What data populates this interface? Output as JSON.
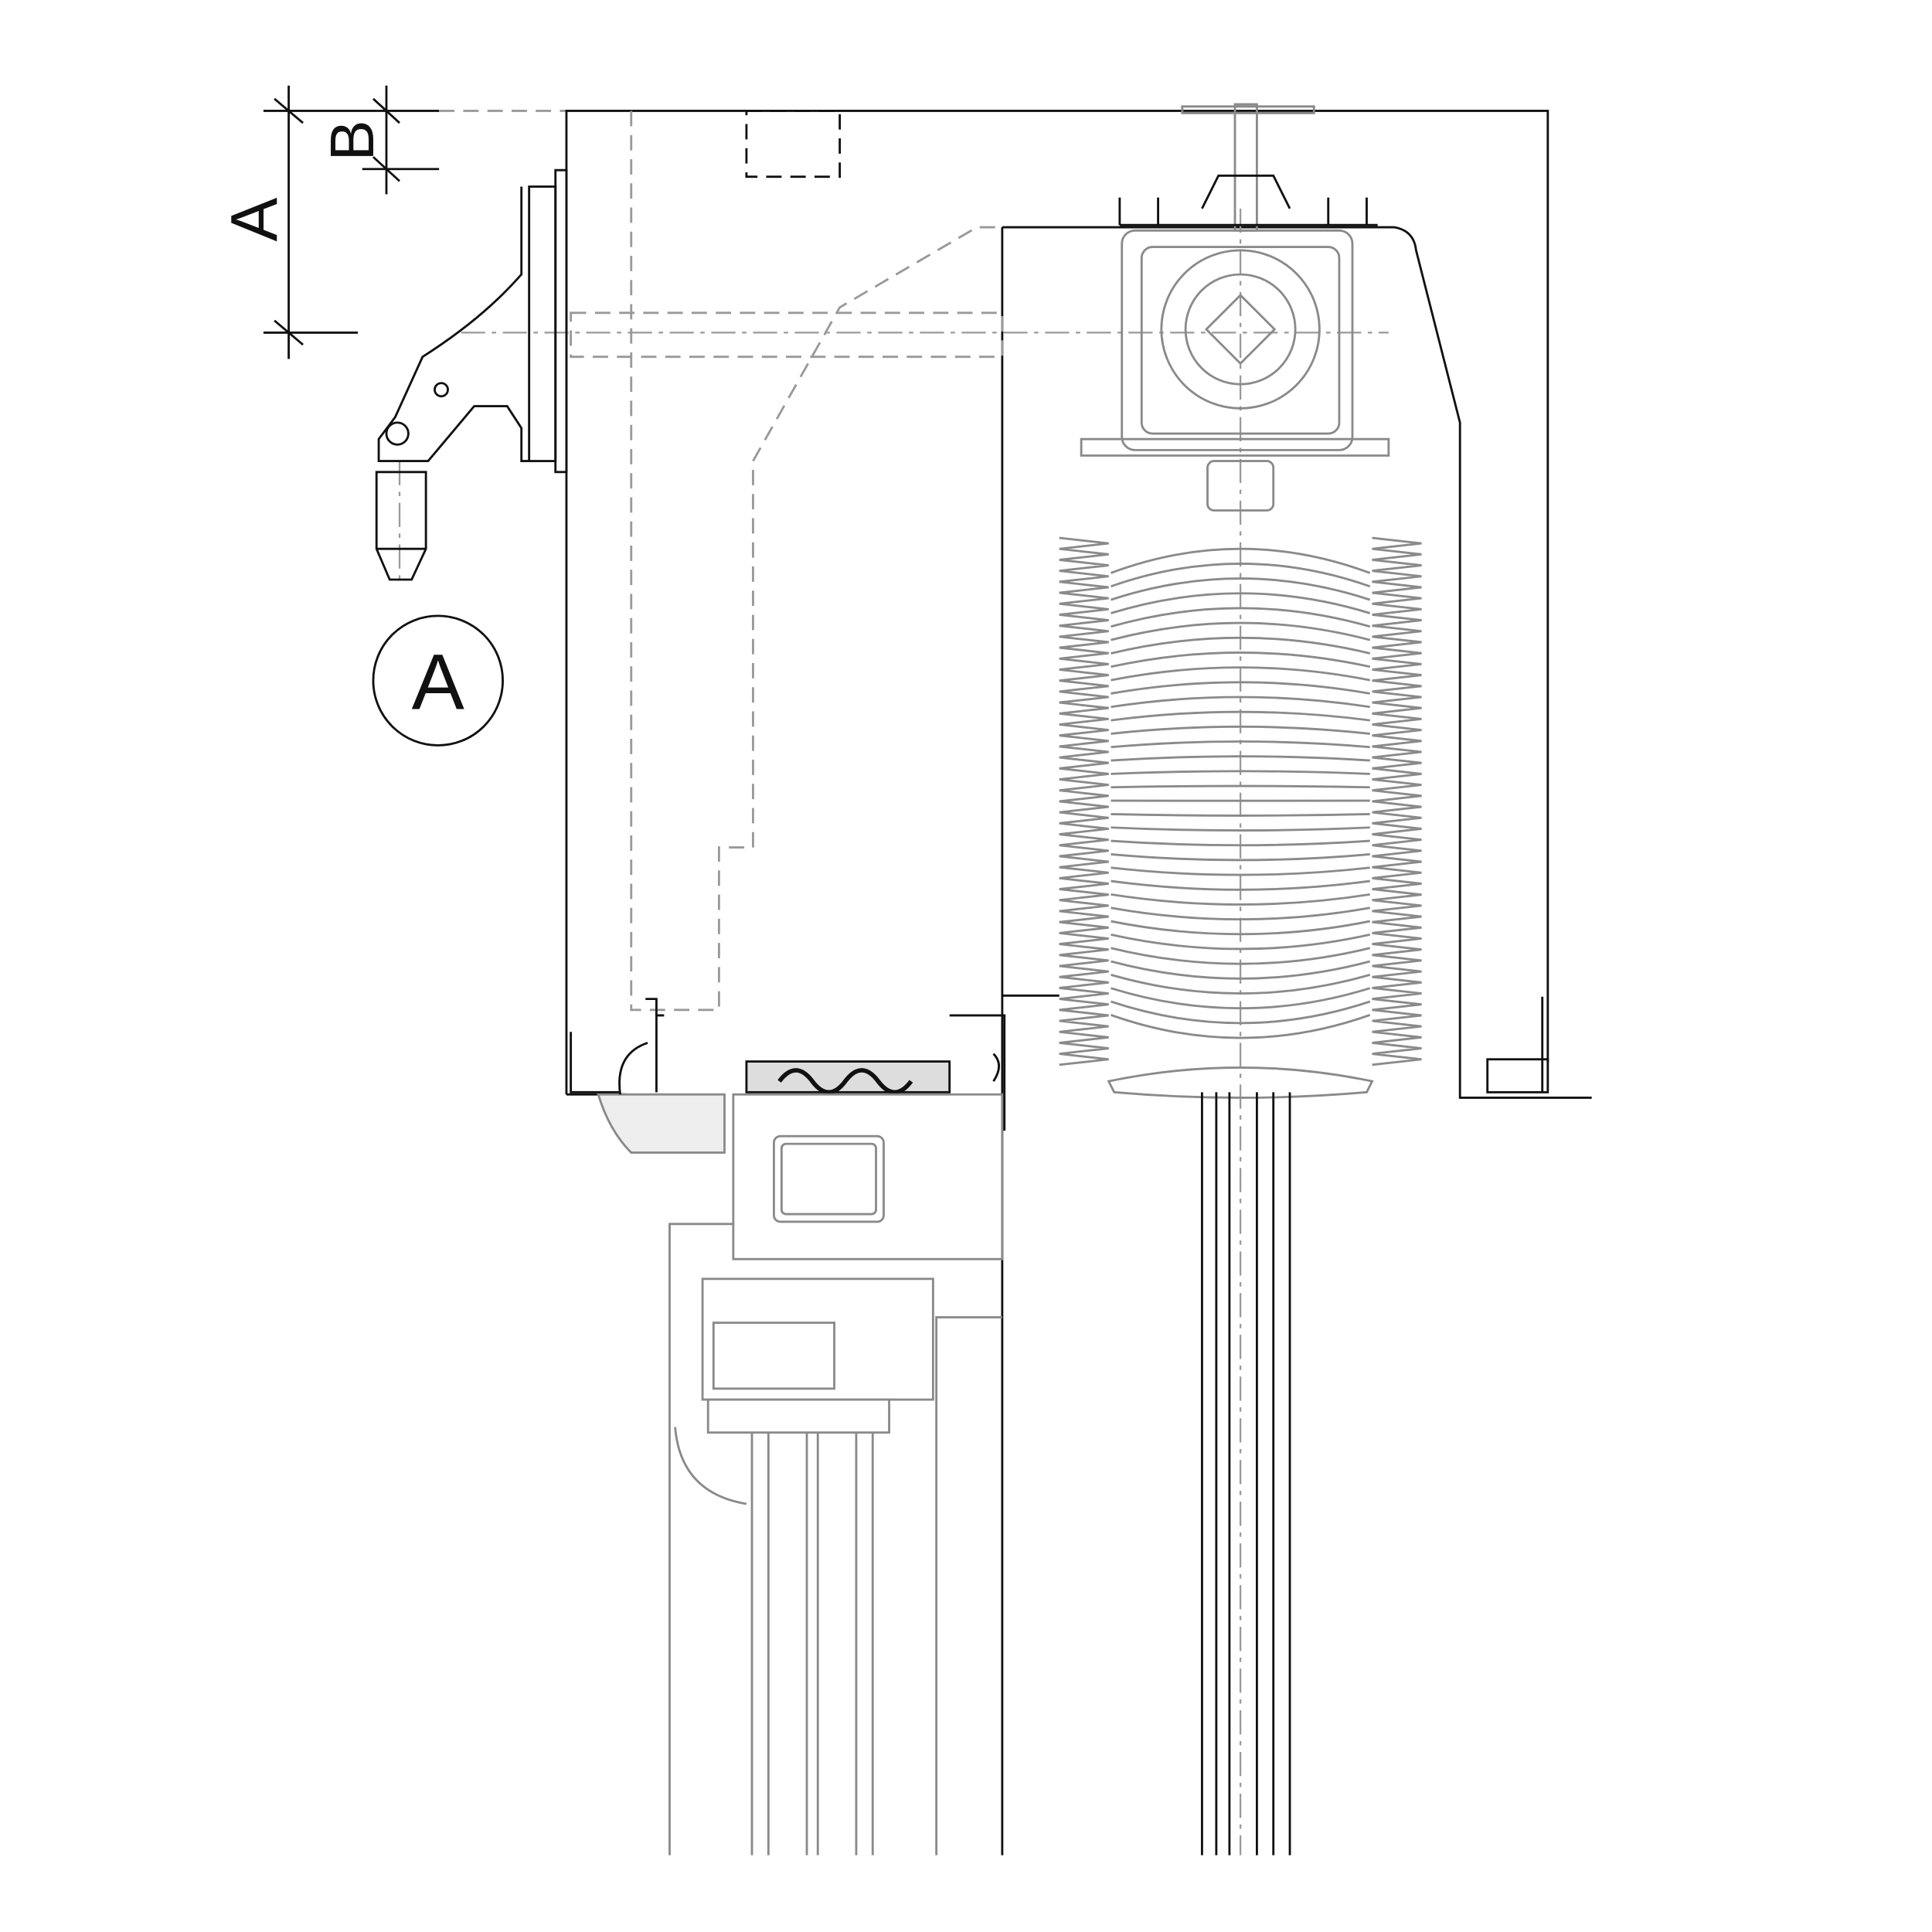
{
  "drawing": {
    "dimension_a_label": "A",
    "dimension_b_label": "B",
    "detail_marker_label": "A",
    "slat_count": 34,
    "colors": {
      "line": "#111111",
      "hidden": "#8a8a8a"
    }
  }
}
